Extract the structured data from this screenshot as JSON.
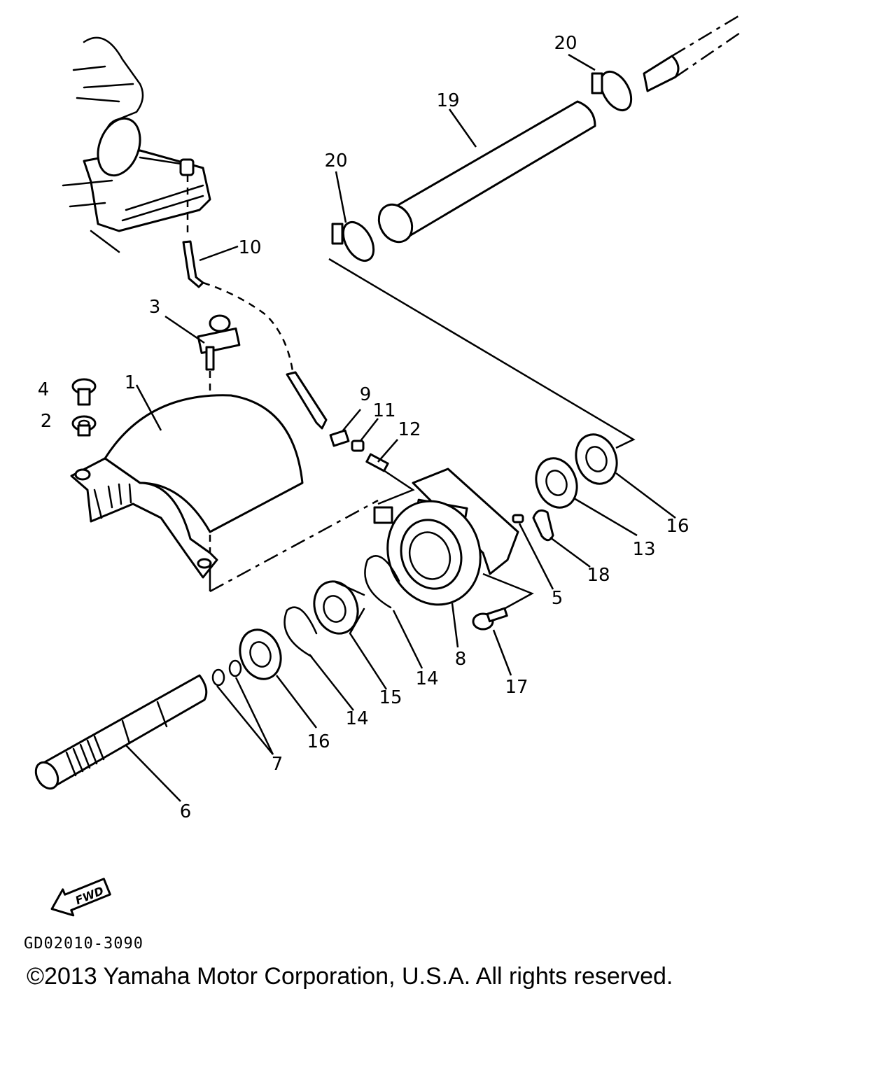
{
  "diagram": {
    "callouts": {
      "c1": "1",
      "c2": "2",
      "c3": "3",
      "c4": "4",
      "c5": "5",
      "c6": "6",
      "c7": "7",
      "c8": "8",
      "c9": "9",
      "c10": "10",
      "c11": "11",
      "c12": "12",
      "c13": "13",
      "c14a": "14",
      "c14b": "14",
      "c15": "15",
      "c16a": "16",
      "c16b": "16",
      "c17": "17",
      "c18": "18",
      "c19": "19",
      "c20a": "20",
      "c20b": "20"
    },
    "fwd_label": "FWD",
    "code": "GD02010-3090",
    "copyright": "©2013 Yamaha Motor Corporation, U.S.A. All rights reserved."
  }
}
